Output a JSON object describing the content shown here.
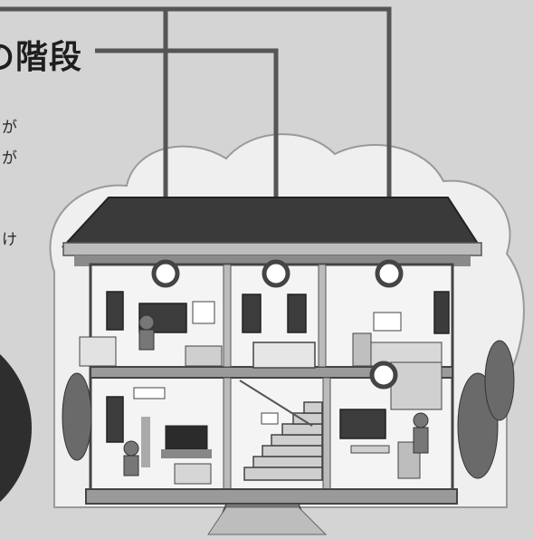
{
  "heading": "の階段",
  "side_lines": [
    "が",
    "が",
    "け"
  ],
  "colors": {
    "background": "#d4d4d4",
    "leader_line": "#555555",
    "roof": "#3a3a3a",
    "wall": "#f4f4f4",
    "detector_ring": "#444444"
  },
  "icons": [
    "smoke-detector-icon",
    "house-illustration",
    "person-icon",
    "tree-icon"
  ]
}
